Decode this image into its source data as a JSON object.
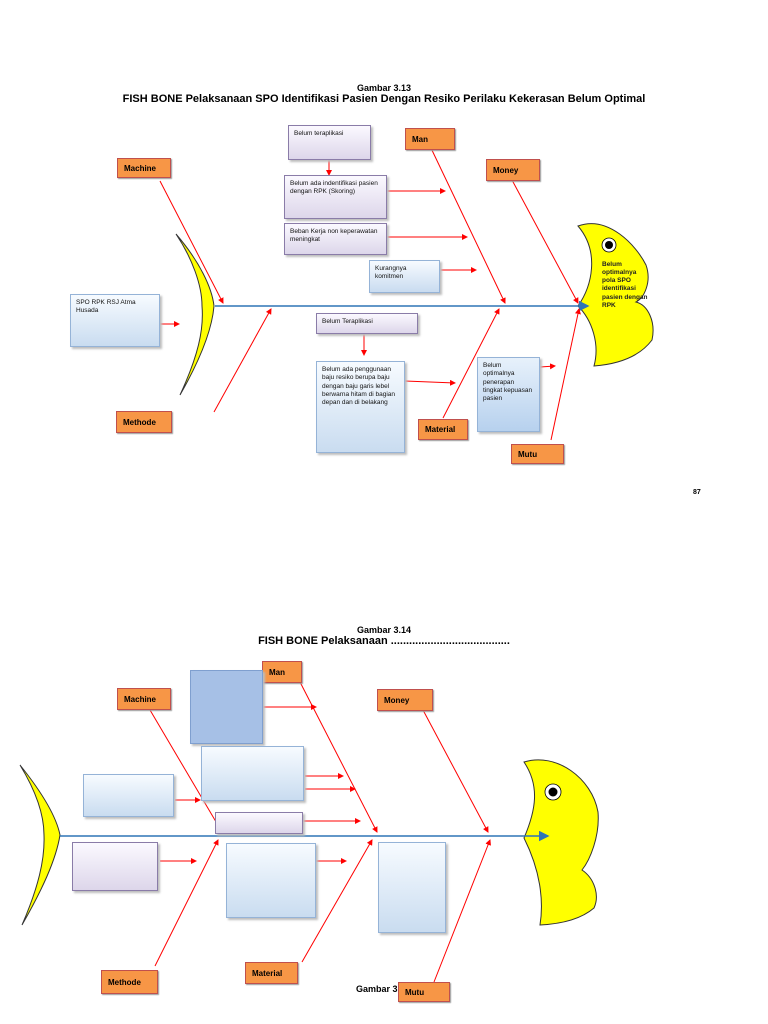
{
  "fig1": {
    "caption_num": "Gambar 3.13",
    "caption_title": "FISH BONE Pelaksanaan SPO Identifikasi Pasien Dengan Resiko Perilaku Kekerasan Belum Optimal",
    "cat_machine": "Machine",
    "cat_man": "Man",
    "cat_money": "Money",
    "cat_methode": "Methode",
    "cat_material": "Material",
    "cat_mutu": "Mutu",
    "box_belum_teraplikasi_top": "Belum teraplikasi",
    "box_belum_ada_identifikasi": "Belum ada indentifikasi pasien dengan RPK (Skoring)",
    "box_beban_kerja": "Beban Kerja non keperawatan meningkat",
    "box_kurangnya_komitmen": "Kurangnya komitmen",
    "box_spo_rpk": "SPO RPK RSJ Atma Husada",
    "box_belum_teraplikasi_bottom": "Belum Teraplikasi",
    "box_belum_ada_penggunaan": "Belum ada penggunaan baju resiko berupa baju dengan baju garis lebel berwarna hitam di bagian depan dan di belakang",
    "box_belum_optimalnya_penerapan": "Belum optimalnya penerapan tingkat kepuasan pasien",
    "head_problem": "Belum optimalnya pola SPO identifikasi pasien dengan RPK",
    "page_number": "87"
  },
  "fig2": {
    "caption_num": "Gambar 3.14",
    "caption_title": "FISH BONE Pelaksanaan .......................................",
    "cat_machine": "Machine",
    "cat_man": "Man",
    "cat_money": "Money",
    "cat_methode": "Methode",
    "cat_material": "Material",
    "cat_mutu": "Mutu",
    "caption_bottom": "Gambar 3"
  },
  "colors": {
    "category_fill": "#f79646",
    "spine": "#2e75b6",
    "bone": "#ff0000",
    "fish": "#ffff00"
  }
}
